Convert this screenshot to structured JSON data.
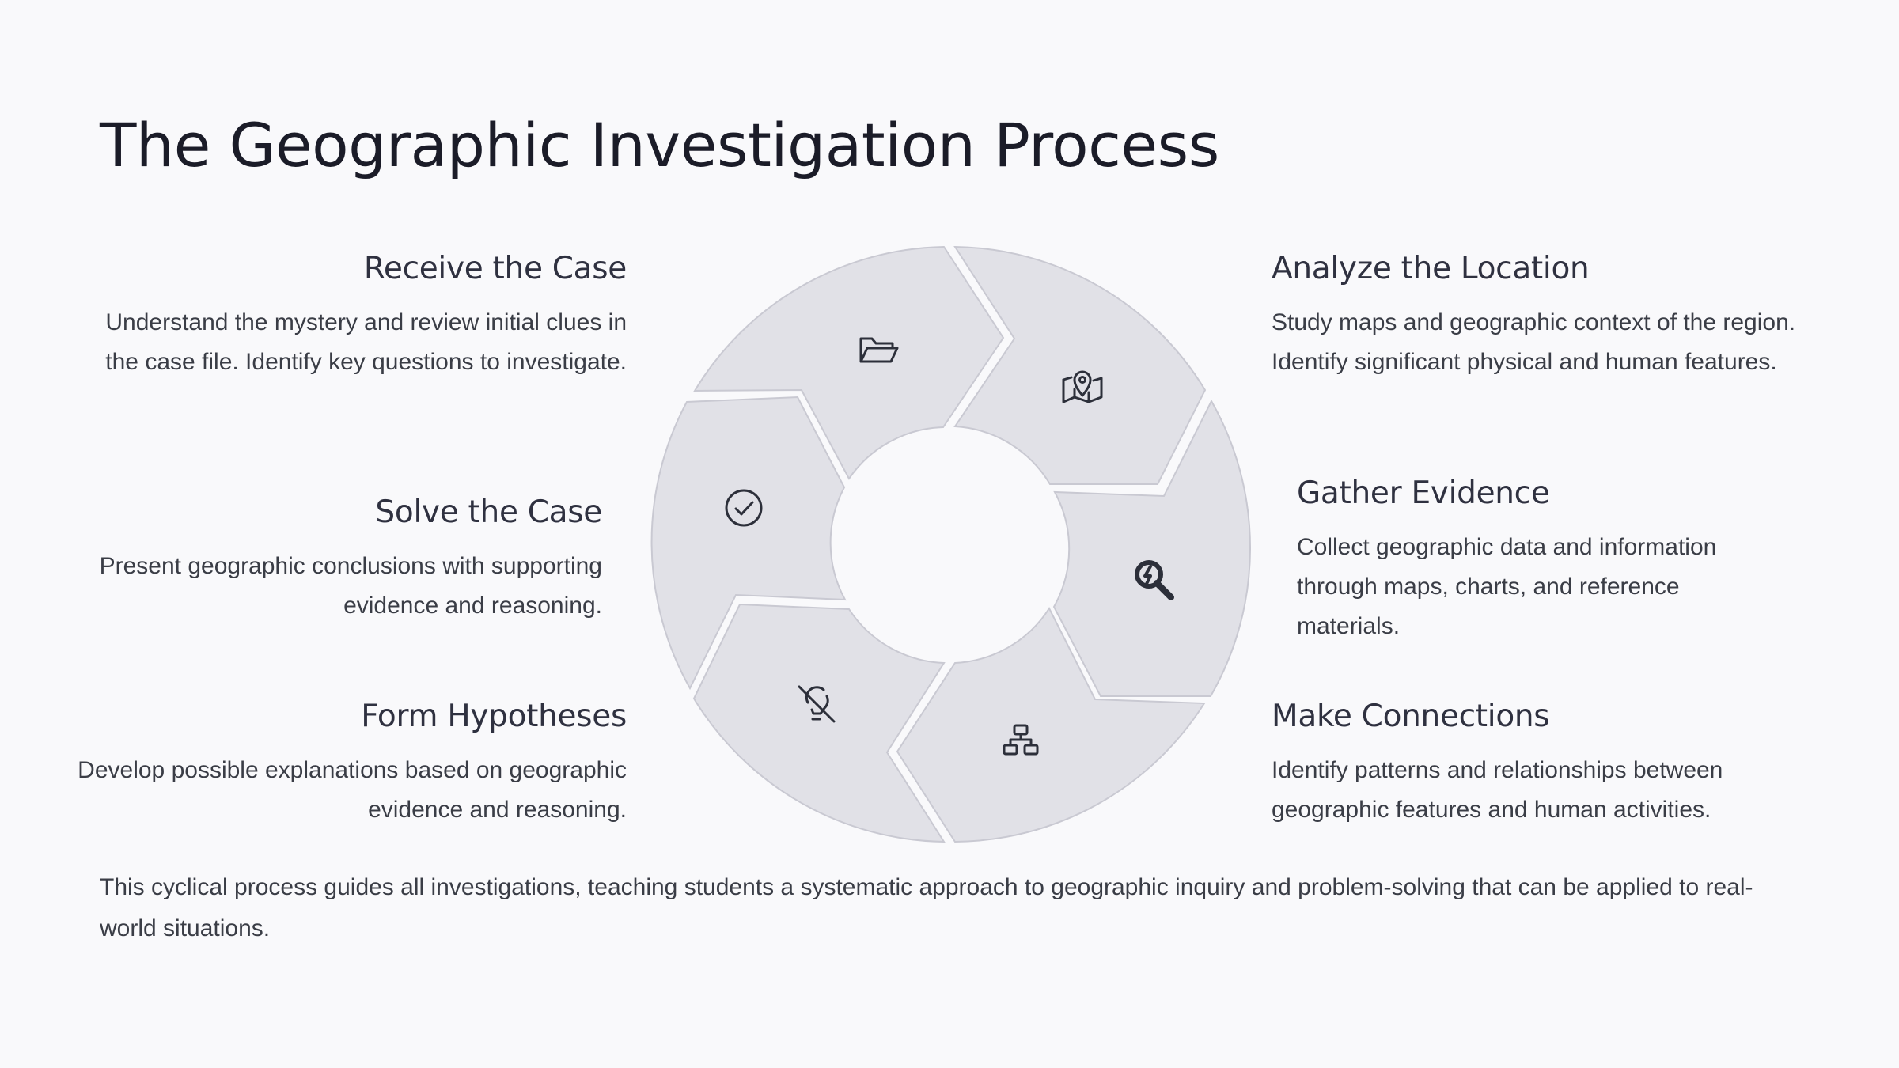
{
  "title": "The Geographic Investigation Process",
  "steps": {
    "receive": {
      "title": "Receive the Case",
      "text": "Understand the mystery and review initial clues in the case file. Identify key questions to investigate.",
      "icon": "folder-open-icon"
    },
    "analyze": {
      "title": "Analyze the Location",
      "text": "Study maps and geographic context of the region. Identify significant physical and human features.",
      "icon": "map-pin-icon"
    },
    "gather": {
      "title": "Gather Evidence",
      "text": "Collect geographic data and information through maps, charts, and reference materials.",
      "icon": "search-evidence-icon"
    },
    "connect": {
      "title": "Make Connections",
      "text": "Identify patterns and relationships between geographic features and human activities.",
      "icon": "network-icon"
    },
    "hypo": {
      "title": "Form Hypotheses",
      "text": "Develop possible explanations based on geographic evidence and reasoning.",
      "icon": "lightbulb-off-icon"
    },
    "solve": {
      "title": "Solve the Case",
      "text": "Present geographic conclusions with supporting evidence and reasoning.",
      "icon": "check-circle-icon"
    }
  },
  "footer": "This cyclical process guides all investigations, teaching students a systematic approach to geographic inquiry and problem-solving that can be applied to real-world situations.",
  "colors": {
    "segment_fill": "#e1e1e7",
    "segment_stroke": "#c9c9d2",
    "background": "#f9f9fb"
  }
}
